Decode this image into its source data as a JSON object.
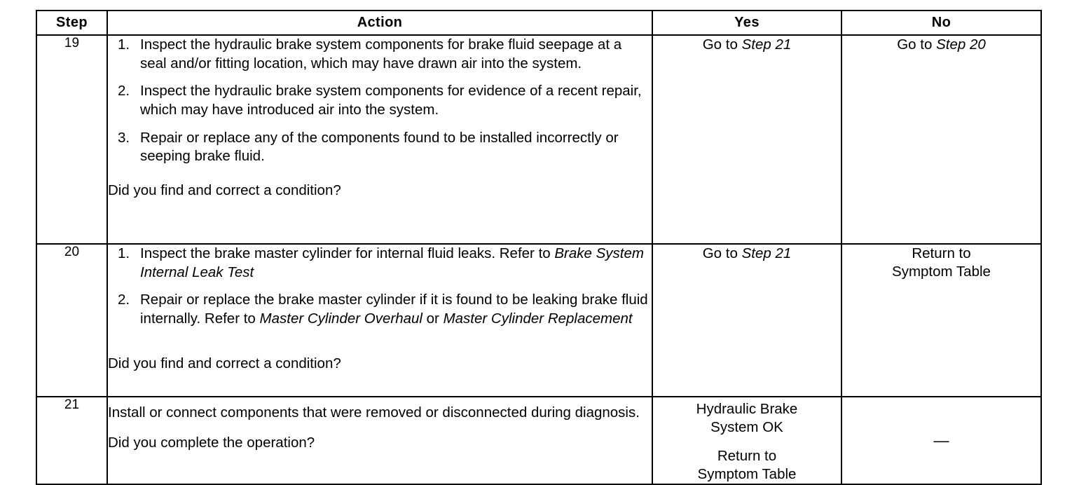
{
  "table": {
    "headers": {
      "step": "Step",
      "action": "Action",
      "yes": "Yes",
      "no": "No"
    },
    "rows": [
      {
        "step": "19",
        "items": [
          "Inspect the hydraulic brake system components for brake fluid seepage at a seal and/or fitting location, which may have drawn air into the system.",
          "Inspect the hydraulic brake system components for evidence of a recent repair, which may have introduced air into the system.",
          "Repair or replace any of the components found to be installed incorrectly or seeping brake fluid."
        ],
        "question": "Did you find and correct a condition?",
        "yes": {
          "lead": "Go to ",
          "ref": "Step 21"
        },
        "no": {
          "lead": "Go to ",
          "ref": "Step 20"
        }
      },
      {
        "step": "20",
        "items": [
          {
            "plain1": "Inspect the brake master cylinder for internal fluid leaks. Refer to ",
            "ref1": "Brake System Internal Leak Test",
            "plain2": "",
            "ref2": "",
            "plain3": ""
          },
          {
            "plain1": "Repair or replace the brake master cylinder if it is found to be leaking brake fluid internally. Refer to ",
            "ref1": "Master Cylinder Overhaul",
            "plain2": " or ",
            "ref2": "Master Cylinder Replacement",
            "plain3": ""
          }
        ],
        "question": "Did you find and correct a condition?",
        "yes": {
          "lead": "Go to ",
          "ref": "Step 21"
        },
        "no": {
          "line1": "Return to",
          "line2": "Symptom Table"
        }
      },
      {
        "step": "21",
        "statement": "Install or connect components that were removed or disconnected during diagnosis.",
        "question": "Did you complete the operation?",
        "yes": {
          "line1": "Hydraulic Brake",
          "line2": "System OK",
          "line3": "Return to",
          "line4": "Symptom Table"
        },
        "no": {
          "dash": "—"
        }
      }
    ]
  }
}
